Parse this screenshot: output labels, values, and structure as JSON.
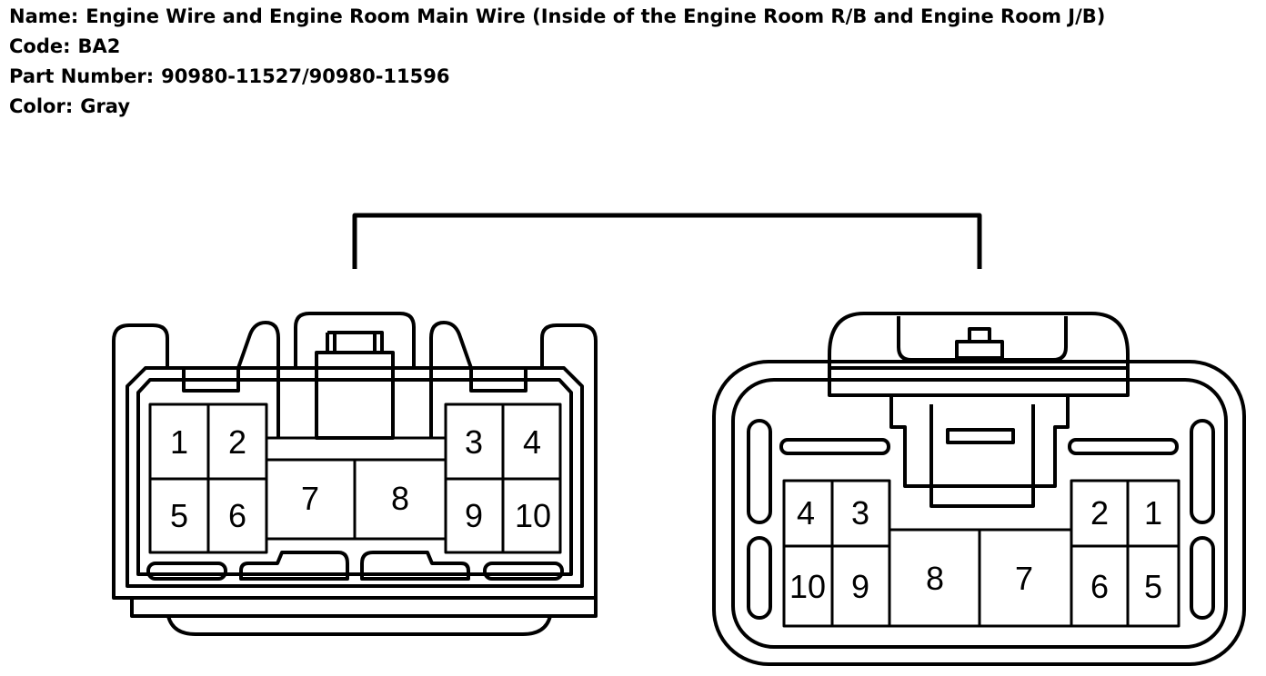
{
  "info": {
    "name_label": "Name:",
    "name_value": "Engine Wire and Engine Room Main Wire (Inside of the Engine Room R/B and Engine Room J/B)",
    "code_label": "Code:",
    "code_value": "BA2",
    "part_label": "Part Number:",
    "part_value": "90980-11527/90980-11596",
    "color_label": "Color:",
    "color_value": "Gray"
  },
  "left_connector": {
    "pins": [
      "1",
      "2",
      "3",
      "4",
      "5",
      "6",
      "7",
      "8",
      "9",
      "10"
    ]
  },
  "right_connector": {
    "pins": [
      "1",
      "2",
      "3",
      "4",
      "5",
      "6",
      "7",
      "8",
      "9",
      "10"
    ]
  }
}
